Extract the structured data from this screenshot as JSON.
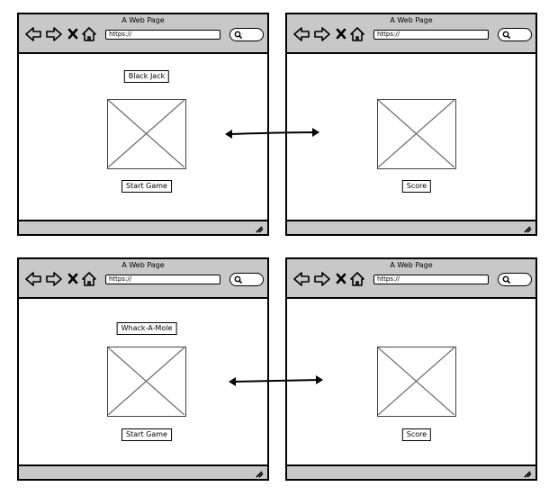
{
  "browser": {
    "window_title": "A Web Page",
    "url_text": "https://"
  },
  "screens": [
    {
      "label": "Black Jack"
    },
    {
      "label": "Start Game"
    },
    {
      "label": "Score"
    },
    {
      "label": "Whack-A-Mole"
    },
    {
      "label": "Start Game"
    },
    {
      "label": "Score"
    }
  ],
  "icons": {
    "nav": [
      "arrow-left-icon",
      "arrow-right-icon",
      "close-icon",
      "home-icon"
    ],
    "search": "search-icon",
    "resize": "resize-grip-icon",
    "placeholder": "image-placeholder-icon",
    "connector": "double-arrow-icon"
  },
  "colors": {
    "chrome": "#c8c8c8",
    "stroke": "#000000",
    "placeholder_stroke": "#666666"
  }
}
